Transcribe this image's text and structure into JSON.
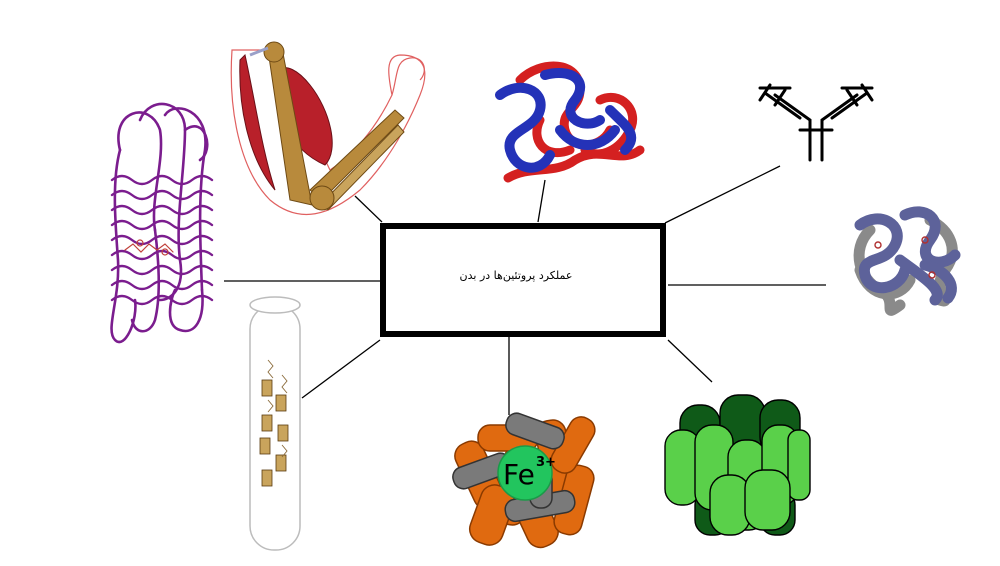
{
  "diagram": {
    "center_label": "عملکرد پروتئین‌ها در بدن",
    "fe_label": "Fe",
    "fe_charge": "3+"
  },
  "nodes": [
    {
      "name": "muscle-arm-illustration"
    },
    {
      "name": "globular-protein-structure"
    },
    {
      "name": "antibody-illustration"
    },
    {
      "name": "hemoglobin-illustration"
    },
    {
      "name": "membrane-receptor-protein"
    },
    {
      "name": "microtubule-motor-protein"
    },
    {
      "name": "ferritin-iron-storage-protein"
    },
    {
      "name": "chaperonin-complex"
    }
  ],
  "colors": {
    "border": "#000000",
    "purple": "#7b1d8e",
    "muscle_red": "#b8202a",
    "bone": "#b88a3c",
    "protein_red": "#d42020",
    "protein_blue": "#2432b8",
    "slate": "#5d629a",
    "gray": "#8a8a8a",
    "orange": "#e06a10",
    "fe_green": "#22c55e",
    "green_dark": "#0f5a18",
    "green_light": "#5ad04a"
  }
}
